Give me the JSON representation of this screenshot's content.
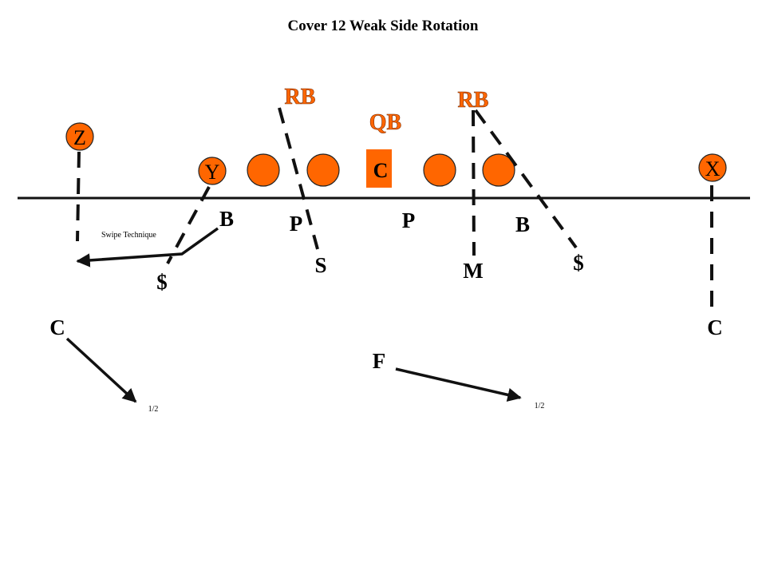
{
  "title": "Cover 12 Weak Side Rotation",
  "colors": {
    "player_fill": "#FF6600",
    "player_outline": "#222222",
    "offense_label": "#FF6600",
    "text": "#000000",
    "line": "#111111"
  },
  "offense": {
    "rb_left": "RB",
    "rb_right": "RB",
    "qb": "QB",
    "center": "C",
    "z": "Z",
    "y": "Y",
    "x": "X"
  },
  "defense": {
    "b_left": "B",
    "p_left": "P",
    "p_right": "P",
    "b_right": "B",
    "s": "S",
    "m": "M",
    "dollar_left": "$",
    "dollar_right": "$",
    "c_left": "C",
    "c_right": "C",
    "f": "F"
  },
  "annotations": {
    "swipe": "Swipe Technique",
    "half_left": "1/2",
    "half_right": "1/2"
  }
}
